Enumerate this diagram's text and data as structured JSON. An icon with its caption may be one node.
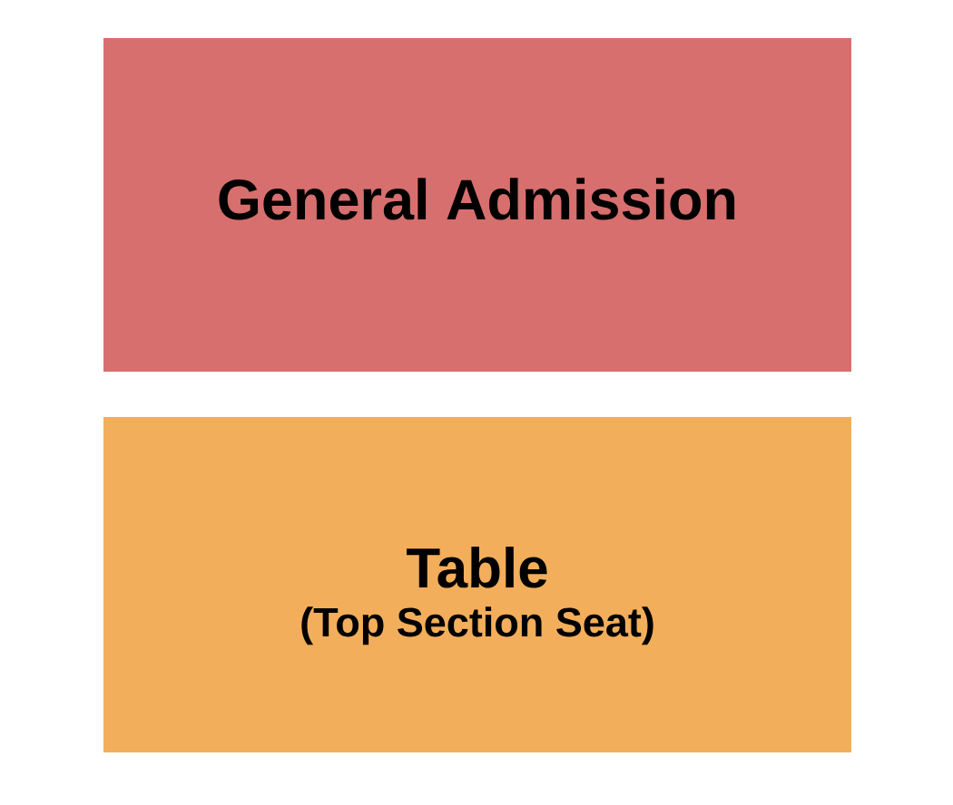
{
  "diagram": {
    "nodes": [
      {
        "text": [
          "General Admission"
        ]
      },
      {
        "text": [
          "Table",
          "(Top Section Seat)"
        ]
      }
    ]
  }
}
